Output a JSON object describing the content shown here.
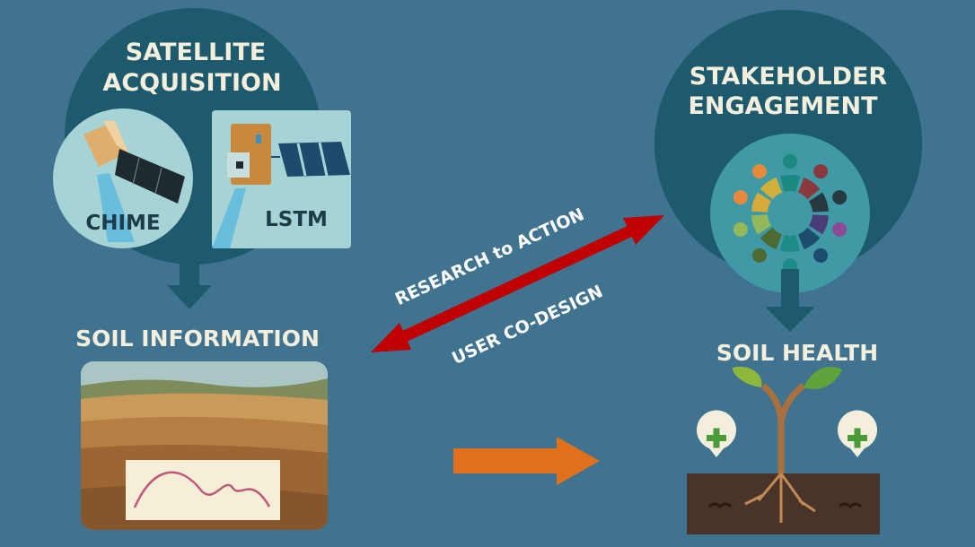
{
  "satellite": {
    "title_line1": "SATELLITE",
    "title_line2": "ACQUISITION",
    "chime_label": "CHIME",
    "lstm_label": "LSTM"
  },
  "soil_information": {
    "title": "SOIL INFORMATION"
  },
  "stakeholder": {
    "title_line1": "STAKEHOLDER",
    "title_line2": "ENGAGEMENT"
  },
  "soil_health": {
    "title": "SOIL HEALTH"
  },
  "link": {
    "top_text": "RESEARCH to ACTION",
    "bottom_text": "USER CO-DESIGN"
  },
  "colors": {
    "background": "#3f7390",
    "circle": "#1e5a6d",
    "red_arrow": "#c00000",
    "orange_arrow": "#e0701c",
    "title_text": "#f4efdc"
  }
}
